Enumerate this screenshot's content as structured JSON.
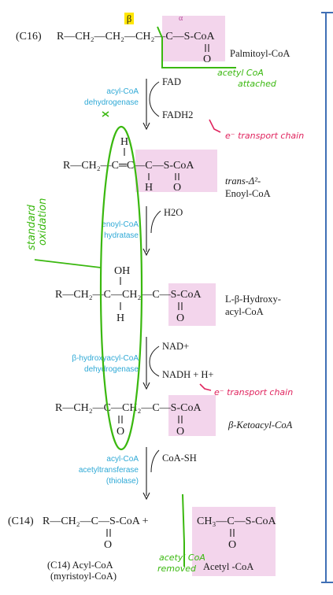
{
  "labels": {
    "c16": "(C16)",
    "palmitoyl": "Palmitoyl-CoA",
    "beta_mark": "β",
    "alpha_mark": "α",
    "enoyl_name_1": "trans-Δ²-",
    "enoyl_name_2": "Enoyl-CoA",
    "hydroxy_name_1": "L-β-Hydroxy-",
    "hydroxy_name_2": "acyl-CoA",
    "keto_name": "β-Ketoacyl-CoA",
    "c14": "(C14)",
    "acylcoa_1": "(C14) Acyl-CoA",
    "acylcoa_2": "(myristoyl-CoA)",
    "acetyl": "Acetyl -CoA"
  },
  "enzymes": {
    "e1_1": "acyl-CoA",
    "e1_2": "dehydrogenase",
    "e2_1": "enoyl-CoA",
    "e2_2": "hydratase",
    "e3_1": "β-hydroxyacyl-CoA",
    "e3_2": "dehydrogenase",
    "e4_1": "acyl-CoA",
    "e4_2": "acetyltransferase",
    "e4_3": "(thiolase)"
  },
  "cofactors": {
    "fad": "FAD",
    "fadh2": "FADH2",
    "h2o": "H2O",
    "nad": "NAD+",
    "nadh": "NADH + H+",
    "coash": "CoA-SH"
  },
  "annotations": {
    "acetyl_attached_1": "acetyl CoA",
    "acetyl_attached_2": "attached",
    "etc1": "e⁻ transport chain",
    "etc2": "e⁻ transport chain",
    "standard_1": "standard",
    "standard_2": "oxidation",
    "removed_1": "acetyl CoA",
    "removed_2": "removed"
  },
  "colors": {
    "enzyme": "#2fa9d6",
    "highlight_pink": "#f3d5ec",
    "annotation_red": "#e0245e",
    "annotation_green": "#3ab80f",
    "beta_highlight": "#ffe600",
    "frame_blue": "#3f6fb5"
  }
}
